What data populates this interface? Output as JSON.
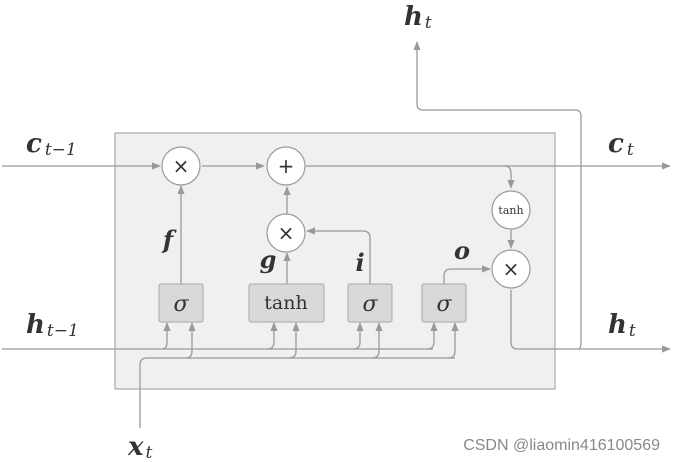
{
  "labels": {
    "c_prev": {
      "main": "c",
      "sub": "t−1"
    },
    "c_next": {
      "main": "c",
      "sub": "t"
    },
    "h_prev": {
      "main": "h",
      "sub": "t−1"
    },
    "h_next": {
      "main": "h",
      "sub": "t"
    },
    "h_top": {
      "main": "h",
      "sub": "t"
    },
    "x_in": {
      "main": "x",
      "sub": "t"
    },
    "f": "f",
    "g": "g",
    "i": "i",
    "o": "o"
  },
  "gates": {
    "forget": "σ",
    "candidate": "tanh",
    "input": "σ",
    "output": "σ"
  },
  "ops": {
    "mult_forget": "×",
    "add": "+",
    "mult_input": "×",
    "tanh_cell": "tanh",
    "mult_output": "×"
  },
  "watermark": "CSDN @liaomin416100569"
}
